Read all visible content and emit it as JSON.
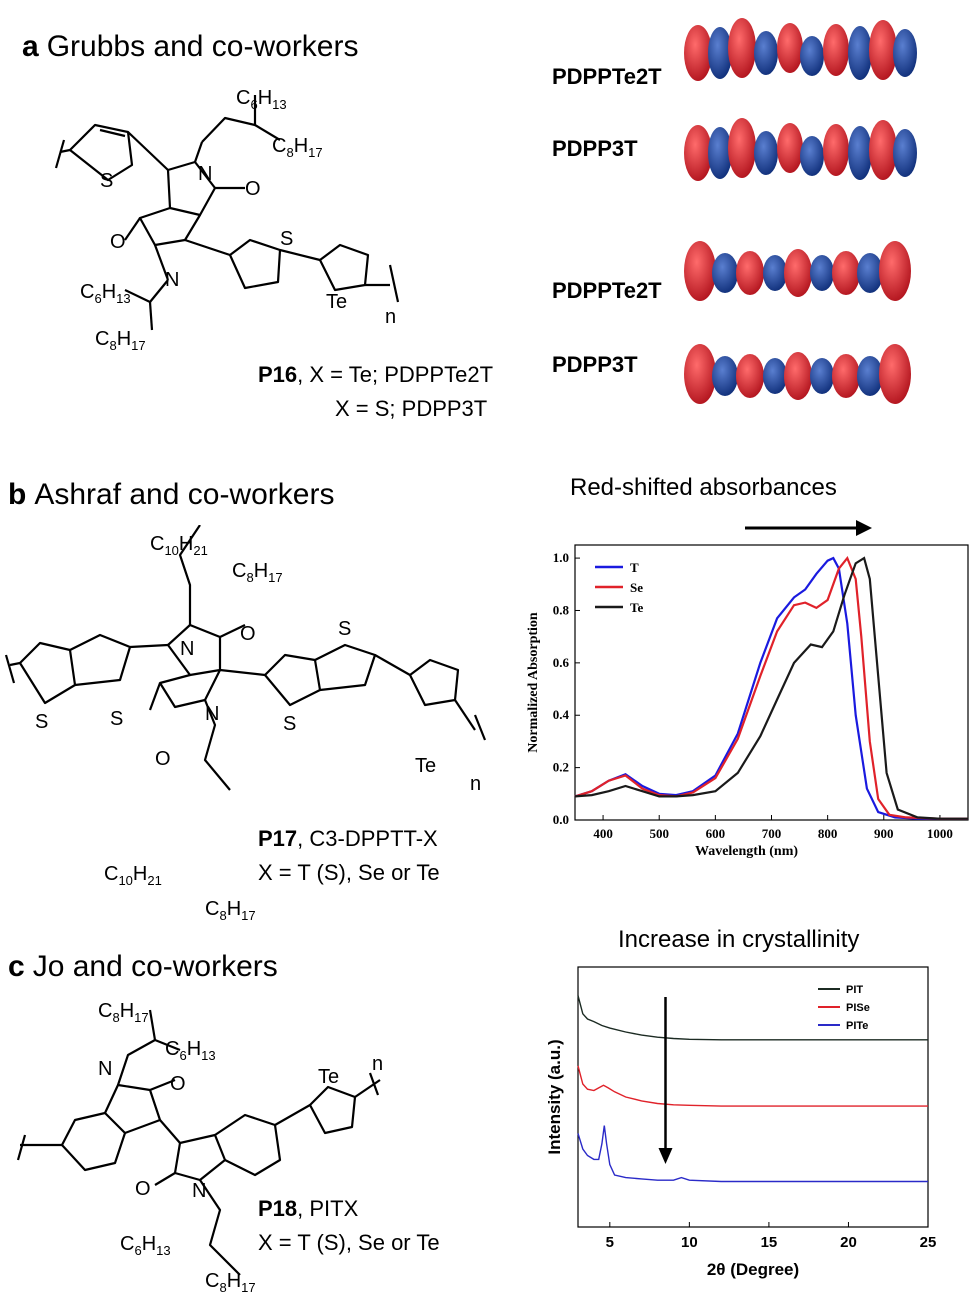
{
  "panels": {
    "a": {
      "letter": "a",
      "title": "Grubbs and co-workers",
      "compound": "P16",
      "caption_line1": ",  X = Te; PDPPTe2T",
      "caption_line2": "X = S; PDPP3T",
      "orbital_labels": [
        "PDPPTe2T",
        "PDPP3T",
        "PDPPTe2T",
        "PDPP3T"
      ]
    },
    "b": {
      "letter": "b",
      "title": "Ashraf and co-workers",
      "compound": "P17",
      "caption_line1": ", C3-DPPTT-X",
      "caption_line2": "X = T (S), Se or Te",
      "chart_title": "Red-shifted absorbances"
    },
    "c": {
      "letter": "c",
      "title": "Jo and co-workers",
      "compound": "P18",
      "caption_line1": ", PITX",
      "caption_line2": "X = T (S), Se or Te",
      "chart_title": "Increase in crystallinity"
    }
  },
  "structure_atoms": {
    "S": "S",
    "N": "N",
    "O": "O",
    "Te": "Te",
    "n": "n",
    "C": "C",
    "H": "H",
    "sub6": "6",
    "sub8": "8",
    "sub10": "10",
    "sub13": "13",
    "sub17": "17",
    "sub21": "21"
  },
  "chart_data": [
    {
      "type": "line",
      "xlabel": "Wavelength (nm)",
      "ylabel": "Normalized Absorption",
      "xlim": [
        350,
        1050
      ],
      "ylim": [
        0.0,
        1.05
      ],
      "xticks": [
        400,
        500,
        600,
        700,
        800,
        900,
        1000
      ],
      "yticks": [
        0.0,
        0.2,
        0.4,
        0.6,
        0.8,
        1.0
      ],
      "legend_position": "top-left",
      "series": [
        {
          "name": "T",
          "color": "#1a1adf",
          "x": [
            350,
            380,
            410,
            440,
            470,
            500,
            530,
            560,
            600,
            640,
            680,
            710,
            740,
            760,
            780,
            800,
            810,
            820,
            835,
            850,
            870,
            890,
            920,
            960,
            1000,
            1050
          ],
          "y": [
            0.09,
            0.11,
            0.15,
            0.175,
            0.13,
            0.1,
            0.095,
            0.11,
            0.17,
            0.33,
            0.6,
            0.77,
            0.85,
            0.88,
            0.94,
            0.99,
            1.0,
            0.96,
            0.75,
            0.4,
            0.12,
            0.03,
            0.01,
            0.005,
            0.005,
            0.005
          ]
        },
        {
          "name": "Se",
          "color": "#e0222a",
          "x": [
            350,
            380,
            410,
            440,
            470,
            500,
            530,
            560,
            600,
            640,
            680,
            710,
            740,
            760,
            780,
            800,
            820,
            835,
            850,
            860,
            875,
            890,
            910,
            940,
            1000,
            1050
          ],
          "y": [
            0.09,
            0.11,
            0.15,
            0.17,
            0.12,
            0.095,
            0.09,
            0.105,
            0.16,
            0.31,
            0.55,
            0.72,
            0.82,
            0.83,
            0.81,
            0.84,
            0.96,
            1.0,
            0.92,
            0.7,
            0.3,
            0.08,
            0.02,
            0.01,
            0.005,
            0.005
          ]
        },
        {
          "name": "Te",
          "color": "#1a1a1a",
          "x": [
            350,
            380,
            410,
            440,
            470,
            500,
            530,
            560,
            600,
            640,
            680,
            710,
            740,
            770,
            790,
            810,
            830,
            850,
            865,
            875,
            890,
            905,
            925,
            960,
            1000,
            1050
          ],
          "y": [
            0.09,
            0.095,
            0.11,
            0.13,
            0.11,
            0.09,
            0.09,
            0.095,
            0.11,
            0.18,
            0.32,
            0.46,
            0.6,
            0.67,
            0.66,
            0.72,
            0.86,
            0.98,
            1.0,
            0.92,
            0.55,
            0.18,
            0.04,
            0.01,
            0.005,
            0.005
          ]
        }
      ]
    },
    {
      "type": "line",
      "xlabel": "2θ (Degree)",
      "ylabel": "Intensity (a.u.)",
      "xlim": [
        3,
        25
      ],
      "ylim": [
        0,
        1
      ],
      "xticks": [
        5,
        10,
        15,
        20,
        25
      ],
      "legend_position": "top-right",
      "series": [
        {
          "name": "PIT",
          "color": "#1c2b23",
          "x": [
            3,
            3.3,
            3.6,
            4,
            4.5,
            5,
            6,
            7,
            8,
            9,
            10,
            12,
            14,
            16,
            18,
            20,
            22,
            25
          ],
          "y": [
            0.89,
            0.82,
            0.8,
            0.79,
            0.775,
            0.765,
            0.75,
            0.738,
            0.73,
            0.725,
            0.722,
            0.72,
            0.72,
            0.72,
            0.72,
            0.72,
            0.72,
            0.72
          ]
        },
        {
          "name": "PISe",
          "color": "#e0222a",
          "x": [
            3,
            3.3,
            3.6,
            4,
            4.3,
            4.6,
            4.9,
            5.3,
            6,
            7,
            8,
            9,
            10,
            12,
            14,
            16,
            18,
            20,
            22,
            25
          ],
          "y": [
            0.62,
            0.55,
            0.53,
            0.525,
            0.535,
            0.545,
            0.535,
            0.52,
            0.5,
            0.485,
            0.475,
            0.47,
            0.468,
            0.465,
            0.465,
            0.465,
            0.465,
            0.465,
            0.465,
            0.465
          ]
        },
        {
          "name": "PITe",
          "color": "#2a2ac8",
          "x": [
            3,
            3.3,
            3.6,
            4,
            4.3,
            4.5,
            4.65,
            4.8,
            5.0,
            5.3,
            6,
            7,
            8,
            9,
            9.5,
            10,
            12,
            14,
            16,
            18,
            20,
            22,
            25
          ],
          "y": [
            0.36,
            0.3,
            0.275,
            0.26,
            0.26,
            0.32,
            0.39,
            0.32,
            0.24,
            0.2,
            0.19,
            0.185,
            0.18,
            0.18,
            0.19,
            0.18,
            0.175,
            0.175,
            0.175,
            0.175,
            0.175,
            0.175,
            0.175
          ]
        }
      ]
    }
  ]
}
